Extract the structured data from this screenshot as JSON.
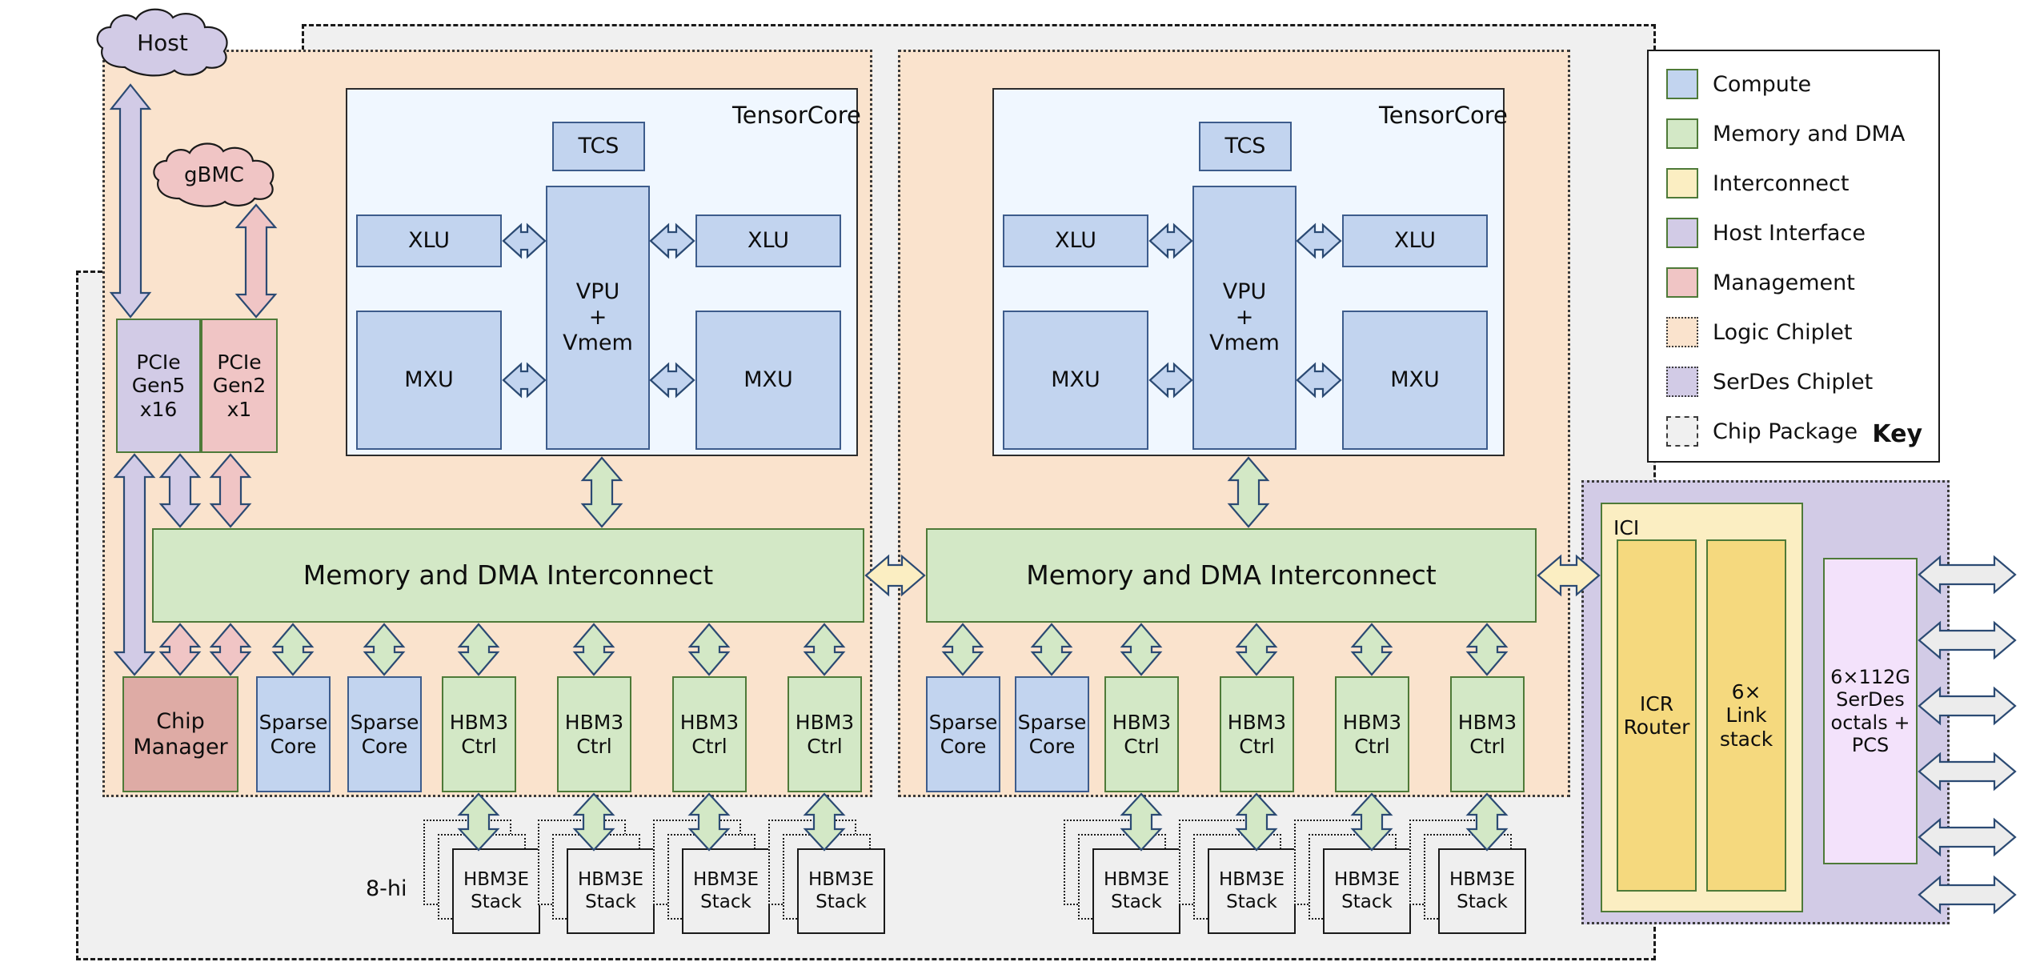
{
  "diagram": {
    "title": "TPU chip package block diagram",
    "external": {
      "host": "Host",
      "gbmc": "gBMC"
    },
    "hbm_stack_height_label": "8-hi",
    "colors": {
      "compute": "#c2d4ef",
      "memory_dma": "#d3e8c6",
      "interconnect": "#fbeec2",
      "host_interface": "#d2cbe6",
      "management": "#f0c5c5",
      "logic_chiplet": "#fae3cd",
      "serdes_chiplet": "#d2cbe6",
      "chip_package": "#f0f0f0",
      "tensorcore_bg": "#f0f7ff",
      "serdes_block": "#f3e2fb",
      "ici_inner": "#f5d97e",
      "chip_manager": "#deaba5",
      "hbm_stack": "#efefef"
    },
    "host_interface": {
      "pcie_gen5": "PCIe\nGen5\nx16",
      "pcie_gen2": "PCIe\nGen2\nx1"
    },
    "tensorcores": [
      {
        "label": "TensorCore",
        "tcs": "TCS",
        "vpu": "VPU\n+\nVmem",
        "xlu_left": "XLU",
        "xlu_right": "XLU",
        "mxu_left": "MXU",
        "mxu_right": "MXU"
      },
      {
        "label": "TensorCore",
        "tcs": "TCS",
        "vpu": "VPU\n+\nVmem",
        "xlu_left": "XLU",
        "xlu_right": "XLU",
        "mxu_left": "MXU",
        "mxu_right": "MXU"
      }
    ],
    "interconnect_label": "Memory and DMA Interconnect",
    "chiplet_left": {
      "chip_manager": "Chip\nManager",
      "bottom_blocks": [
        {
          "label": "Sparse\nCore",
          "kind": "compute"
        },
        {
          "label": "Sparse\nCore",
          "kind": "compute"
        },
        {
          "label": "HBM3\nCtrl",
          "kind": "memory"
        },
        {
          "label": "HBM3\nCtrl",
          "kind": "memory"
        },
        {
          "label": "HBM3\nCtrl",
          "kind": "memory"
        },
        {
          "label": "HBM3\nCtrl",
          "kind": "memory"
        }
      ]
    },
    "chiplet_right": {
      "bottom_blocks": [
        {
          "label": "Sparse\nCore",
          "kind": "compute"
        },
        {
          "label": "Sparse\nCore",
          "kind": "compute"
        },
        {
          "label": "HBM3\nCtrl",
          "kind": "memory"
        },
        {
          "label": "HBM3\nCtrl",
          "kind": "memory"
        },
        {
          "label": "HBM3\nCtrl",
          "kind": "memory"
        },
        {
          "label": "HBM3\nCtrl",
          "kind": "memory"
        }
      ]
    },
    "hbm_stacks": [
      "HBM3E\nStack",
      "HBM3E\nStack",
      "HBM3E\nStack",
      "HBM3E\nStack",
      "HBM3E\nStack",
      "HBM3E\nStack",
      "HBM3E\nStack",
      "HBM3E\nStack"
    ],
    "serdes_chiplet": {
      "ici_label": "ICI",
      "icr_router": "ICR\nRouter",
      "link_stack": "6×\nLink\nstack",
      "serdes": "6×112G\nSerDes\noctals +\nPCS",
      "link_count": 6
    },
    "legend": {
      "title": "Key",
      "items": [
        {
          "label": "Compute",
          "swatch": "#c2d4ef",
          "style": "solid"
        },
        {
          "label": "Memory and DMA",
          "swatch": "#d3e8c6",
          "style": "solid"
        },
        {
          "label": "Interconnect",
          "swatch": "#fbeec2",
          "style": "solid"
        },
        {
          "label": "Host Interface",
          "swatch": "#d2cbe6",
          "style": "solid"
        },
        {
          "label": "Management",
          "swatch": "#f0c5c5",
          "style": "solid"
        },
        {
          "label": "Logic Chiplet",
          "swatch": "#fae3cd",
          "style": "dotted"
        },
        {
          "label": "SerDes Chiplet",
          "swatch": "#d2cbe6",
          "style": "dotted"
        },
        {
          "label": "Chip Package",
          "swatch": "#f0f0f0",
          "style": "dashdot"
        }
      ]
    }
  }
}
